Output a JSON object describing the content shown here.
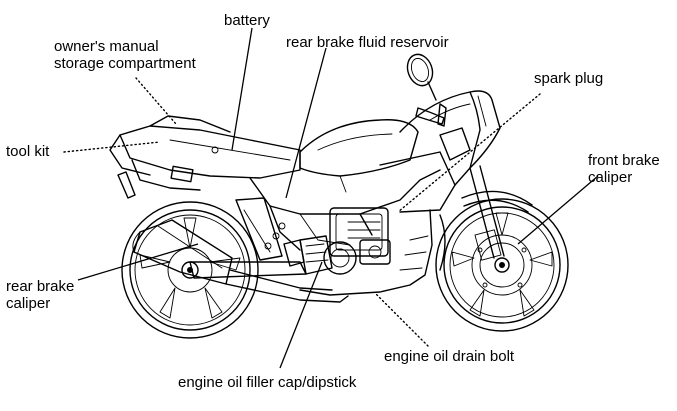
{
  "labels": {
    "battery": "battery",
    "owners_manual_line1": "owner's manual",
    "owners_manual_line2": "storage compartment",
    "rear_brake_fluid_reservoir": "rear brake fluid reservoir",
    "spark_plug": "spark plug",
    "tool_kit": "tool kit",
    "front_brake_caliper_line1": "front brake",
    "front_brake_caliper_line2": "caliper",
    "rear_brake_caliper_line1": "rear brake",
    "rear_brake_caliper_line2": "caliper",
    "engine_oil_drain_bolt": "engine oil drain bolt",
    "engine_oil_filler_cap": "engine oil filler cap/dipstick"
  },
  "colors": {
    "ink": "#000000",
    "background": "#ffffff"
  }
}
